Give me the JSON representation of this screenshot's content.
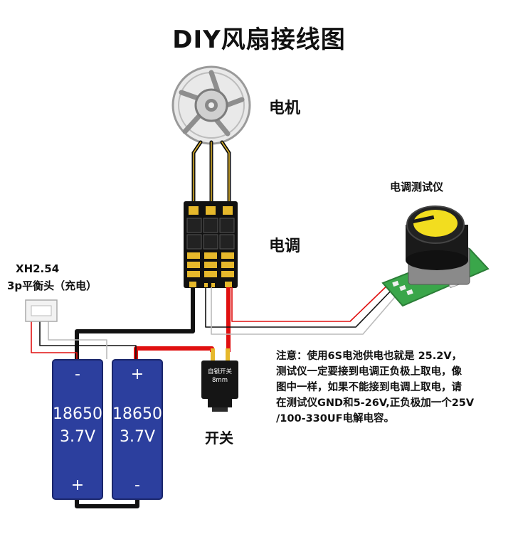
{
  "title": "DIY风扇接线图",
  "labels": {
    "motor": "电机",
    "esc": "电调",
    "tester": "电调测试仪",
    "balance_line1": "XH2.54",
    "balance_line2": "3p平衡头（充电）",
    "switch": "开关",
    "switch_tag1": "自锁开关",
    "switch_tag2": "8mm"
  },
  "batteries": [
    {
      "top_sign": "-",
      "model": "18650",
      "voltage": "3.7V",
      "bottom_sign": "+"
    },
    {
      "top_sign": "+",
      "model": "18650",
      "voltage": "3.7V",
      "bottom_sign": "-"
    }
  ],
  "note_lines": [
    "注意：使用6S电池供电也就是 25.2V，",
    "测试仪一定要接到电调正负极上取电，像",
    "图中一样，如果不能接到电调上取电，请",
    "在测试仪GND和5-26V,正负极加一个25V",
    "/100-330UF电解电容。"
  ],
  "colors": {
    "battery_blue": "#2c3f9e",
    "wire_red": "#e01010",
    "wire_black": "#111111",
    "knob_yellow": "#f2dd1f",
    "pcb_green": "#3aa64a",
    "pad_gold": "#e6b82b"
  }
}
